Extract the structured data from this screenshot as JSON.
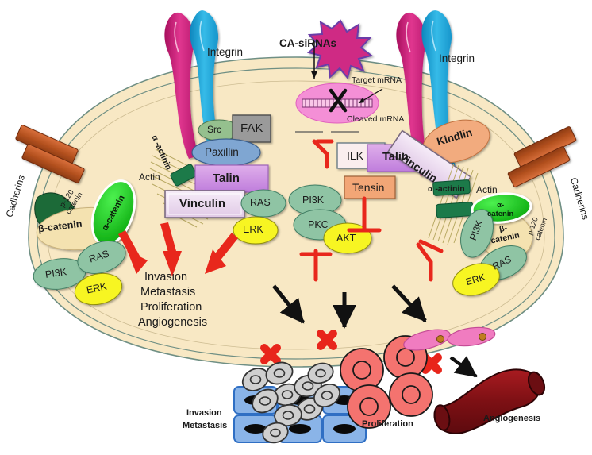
{
  "figure": {
    "type": "cell-signaling-pathway-diagram",
    "description": "Integrin and cadherin adhesion signaling in a cell with CA-siRNA knockdown of target mRNA inhibiting invasion, metastasis, proliferation and angiogenesis"
  },
  "colors": {
    "cytoplasm": "#f8e8c4",
    "membrane_line": "#6f8f84",
    "integrin_alpha": "#d6247f",
    "integrin_beta": "#1ba5d8",
    "sirna_star": "#cf2c84",
    "mrna_oval": "#f48fd6",
    "inhibitor_red": "#e8271c",
    "arrow_red": "#e8271c",
    "arrow_black": "#111111",
    "cross_red": "#e8251b",
    "talin": "#c98ede",
    "vinculin": "#eddcee",
    "kindlin": "#f2ab7e",
    "tensin": "#f2a676",
    "ilk": "#faeeee",
    "fak": "#9a9a9a",
    "src_green": "#95c08e",
    "paxillin_blue": "#7fa6d2",
    "ras_green": "#8fc4a4",
    "pi3k_green": "#8fc4a4",
    "pkc_green": "#8fc4a4",
    "erk_yellow": "#f7f523",
    "akt_yellow": "#f7f523",
    "alpha_catenin": "#16c219",
    "beta_catenin": "#f4e2b0",
    "p120_catenin": "#1f6b39",
    "cadherin_brown": "#c0562a",
    "actinin_green": "#1a7a4a",
    "actin_line": "#b8a963",
    "tumor_cell_grey": "#cfcfcf",
    "epithelium_blue": "#8ab4e8",
    "proliferation_red": "#f4736f",
    "endothelial_pink": "#f07cc0",
    "vessel_dark_red": "#8c1216"
  },
  "labels": {
    "integrin_left": "Integrin",
    "integrin_right": "Integrin",
    "ca_sirnas": "CA-siRNAs",
    "target_mrna": "Target mRNA",
    "cleaved_mrna": "Cleaved mRNA",
    "cadherins_left": "Cadherins",
    "cadherins_right": "Cadherins",
    "p120_catenin_left": "p-120\ncatenin",
    "p120_catenin_right": "p-120\ncatenin",
    "beta_catenin_left": "β-catenin",
    "beta_catenin_right": "β-\ncatenin",
    "alpha_catenin_left": "α-catenin",
    "alpha_catenin_right": "α-\ncatenin",
    "actin_left": "Actin",
    "actin_right": "Actin",
    "alpha_actinin_left": "α -actinin",
    "alpha_actinin_right": "α -actinin"
  },
  "nodes": {
    "src": "Src",
    "fak": "FAK",
    "paxillin": "Paxillin",
    "talin_left": "Talin",
    "vinculin_left": "Vinculin",
    "ras_left_top": "RAS",
    "erk_left_top": "ERK",
    "pi3k_left": "PI3K",
    "ras_left": "RAS",
    "erk_left": "ERK",
    "ilk": "ILK",
    "talin_right": "Talin",
    "vinculin_right": "Vinculin",
    "kindlin": "Kindlin",
    "tensin": "Tensin",
    "pi3k_center": "PI3K",
    "pkc_center": "PKC",
    "akt_center": "AKT",
    "pi3k_right": "PI3K",
    "ras_right": "RAS",
    "erk_right": "ERK"
  },
  "outcomes_text": {
    "line1": "Invasion",
    "line2": "Metastasis",
    "line3": "Proliferation",
    "line4": "Angiogenesis"
  },
  "bottom_labels": {
    "invasion_metastasis_line1": "Invasion",
    "invasion_metastasis_line2": "Metastasis",
    "proliferation": "Proliferation",
    "angiogenesis": "Angiogenesis"
  },
  "icons": {
    "sirna_burst": "burst-star-icon",
    "mrna_cleave_mark": "X",
    "blocked_marker": "red-x-icon",
    "inhibition": "tee-bar-inhibitor-icon",
    "activation_arrow": "arrow-icon"
  },
  "counts": {
    "red_activation_arrows": 3,
    "red_inhibitor_tees": 4,
    "black_arrows": 4,
    "red_x_blocks": 4
  }
}
